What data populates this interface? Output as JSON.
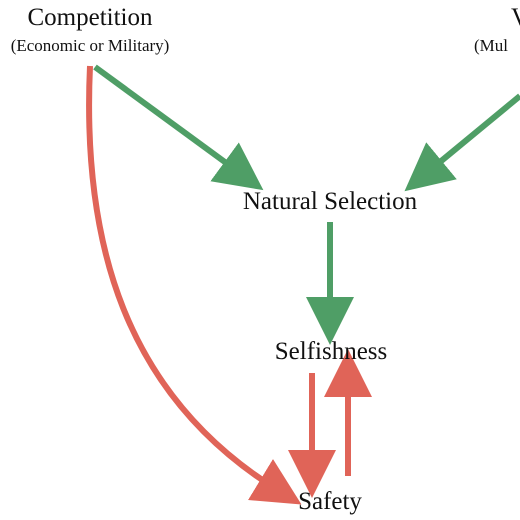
{
  "nodes": {
    "competition": {
      "title": "Competition",
      "subtitle": "(Economic or Military)"
    },
    "variation": {
      "title": "V",
      "subtitle": "(Mul"
    },
    "natural_selection": {
      "title": "Natural Selection"
    },
    "selfishness": {
      "title": "Selfishness"
    },
    "safety": {
      "title": "Safety"
    }
  },
  "colors": {
    "green": "#4f9e66",
    "red": "#e06458",
    "text": "#111111"
  },
  "edges": [
    {
      "from": "competition",
      "to": "natural_selection",
      "color": "green"
    },
    {
      "from": "variation",
      "to": "natural_selection",
      "color": "green"
    },
    {
      "from": "natural_selection",
      "to": "selfishness",
      "color": "green"
    },
    {
      "from": "selfishness",
      "to": "safety",
      "color": "red"
    },
    {
      "from": "safety",
      "to": "selfishness",
      "color": "red"
    },
    {
      "from": "competition",
      "to": "safety",
      "color": "red"
    }
  ]
}
